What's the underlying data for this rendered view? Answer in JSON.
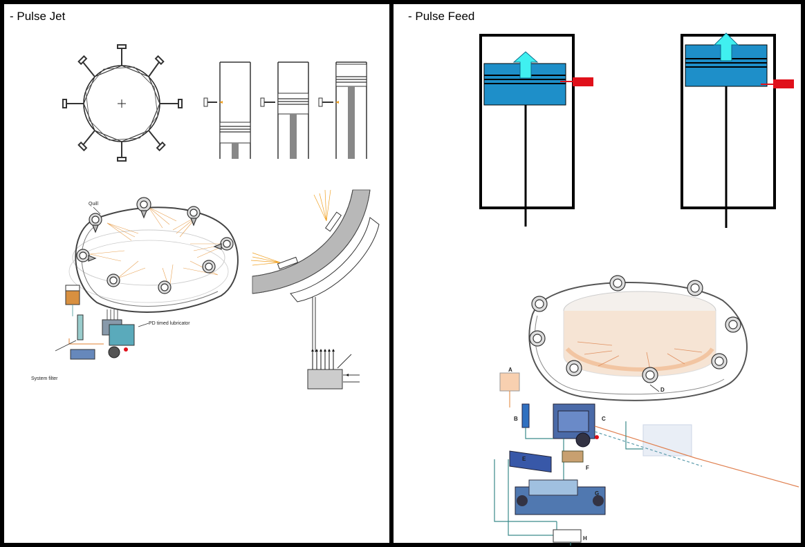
{
  "left_panel": {
    "title": "- Pulse Jet",
    "labels": {
      "quill": "Quill",
      "lubricator": "PD timed lubricator",
      "filter": "System filter"
    }
  },
  "right_panel": {
    "title": "- Pulse Feed",
    "labels": {
      "a": "A",
      "b": "B",
      "c": "C",
      "d": "D",
      "e": "E",
      "f": "F",
      "g": "G",
      "h": "H"
    }
  },
  "colors": {
    "piston_blue": "#1e8fc9",
    "arrow_cyan": "#40f0f0",
    "injector_red": "#e0101a",
    "lube_orange": "#f0a020",
    "wall_gray": "#b8b8b8"
  }
}
